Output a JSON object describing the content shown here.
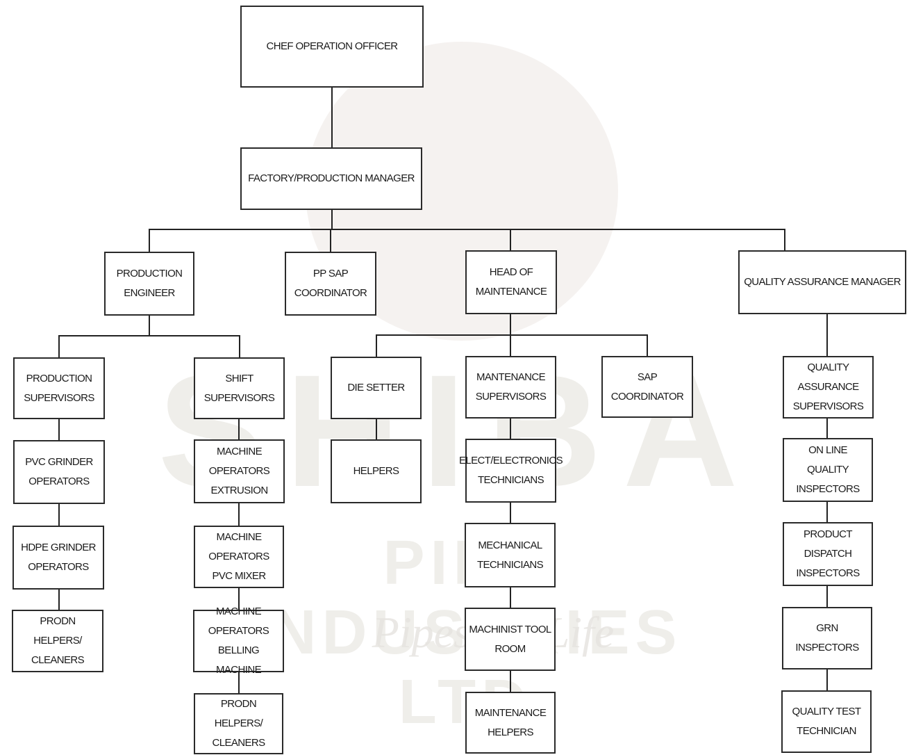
{
  "org_chart": {
    "coo": {
      "label": "CHEF OPERATION OFFICER"
    },
    "factory_manager": {
      "label": "FACTORY/PRODUCTION MANAGER"
    },
    "production_engineer": {
      "label": "PRODUCTION ENGINEER"
    },
    "pp_sap_coordinator": {
      "label": "PP SAP COORDINATOR"
    },
    "head_of_maintenance": {
      "label": "HEAD OF MAINTENANCE"
    },
    "qa_manager": {
      "label": "QUALITY ASSURANCE MANAGER"
    },
    "production_supervisors": {
      "label": "PRODUCTION SUPERVISORS"
    },
    "pvc_grinder_operators": {
      "label": "PVC GRINDER OPERATORS"
    },
    "hdpe_grinder_operators": {
      "label": "HDPE GRINDER OPERATORS"
    },
    "prodn_helpers_1": {
      "label": "PRODN HELPERS/ CLEANERS"
    },
    "shift_supervisors": {
      "label": "SHIFT SUPERVISORS"
    },
    "machine_ops_extrusion": {
      "label": "MACHINE OPERATORS EXTRUSION"
    },
    "machine_ops_pvc_mixer": {
      "label": "MACHINE OPERATORS PVC MIXER"
    },
    "machine_ops_belling": {
      "label": "MACHINE OPERATORS BELLING MACHINE"
    },
    "prodn_helpers_2": {
      "label": "PRODN HELPERS/ CLEANERS"
    },
    "die_setter": {
      "label": "DIE SETTER"
    },
    "helpers": {
      "label": "HELPERS"
    },
    "maintenance_supervisors": {
      "label": "MANTENANCE SUPERVISORS"
    },
    "elect_technicians": {
      "label": "ELECT/ELECTRONICS TECHNICIANS"
    },
    "mechanical_technicians": {
      "label": "MECHANICAL TECHNICIANS"
    },
    "machinist_tool_room": {
      "label": "MACHINIST TOOL ROOM"
    },
    "maintenance_helpers": {
      "label": "MAINTENANCE HELPERS"
    },
    "sap_coordinator": {
      "label": "SAP COORDINATOR"
    },
    "qa_supervisors": {
      "label": "QUALITY ASSURANCE SUPERVISORS"
    },
    "online_quality_inspectors": {
      "label": "ON LINE QUALITY INSPECTORS"
    },
    "product_dispatch_inspectors": {
      "label": "PRODUCT DISPATCH INSPECTORS"
    },
    "grn_inspectors": {
      "label": "GRN INSPECTORS"
    },
    "quality_test_technician": {
      "label": "QUALITY TEST TECHNICIAN"
    }
  },
  "watermark": {
    "letters": "SHIBA",
    "subtitle": "PIPE INDUSTRIES LTD",
    "tagline": "Pipes for Life"
  }
}
